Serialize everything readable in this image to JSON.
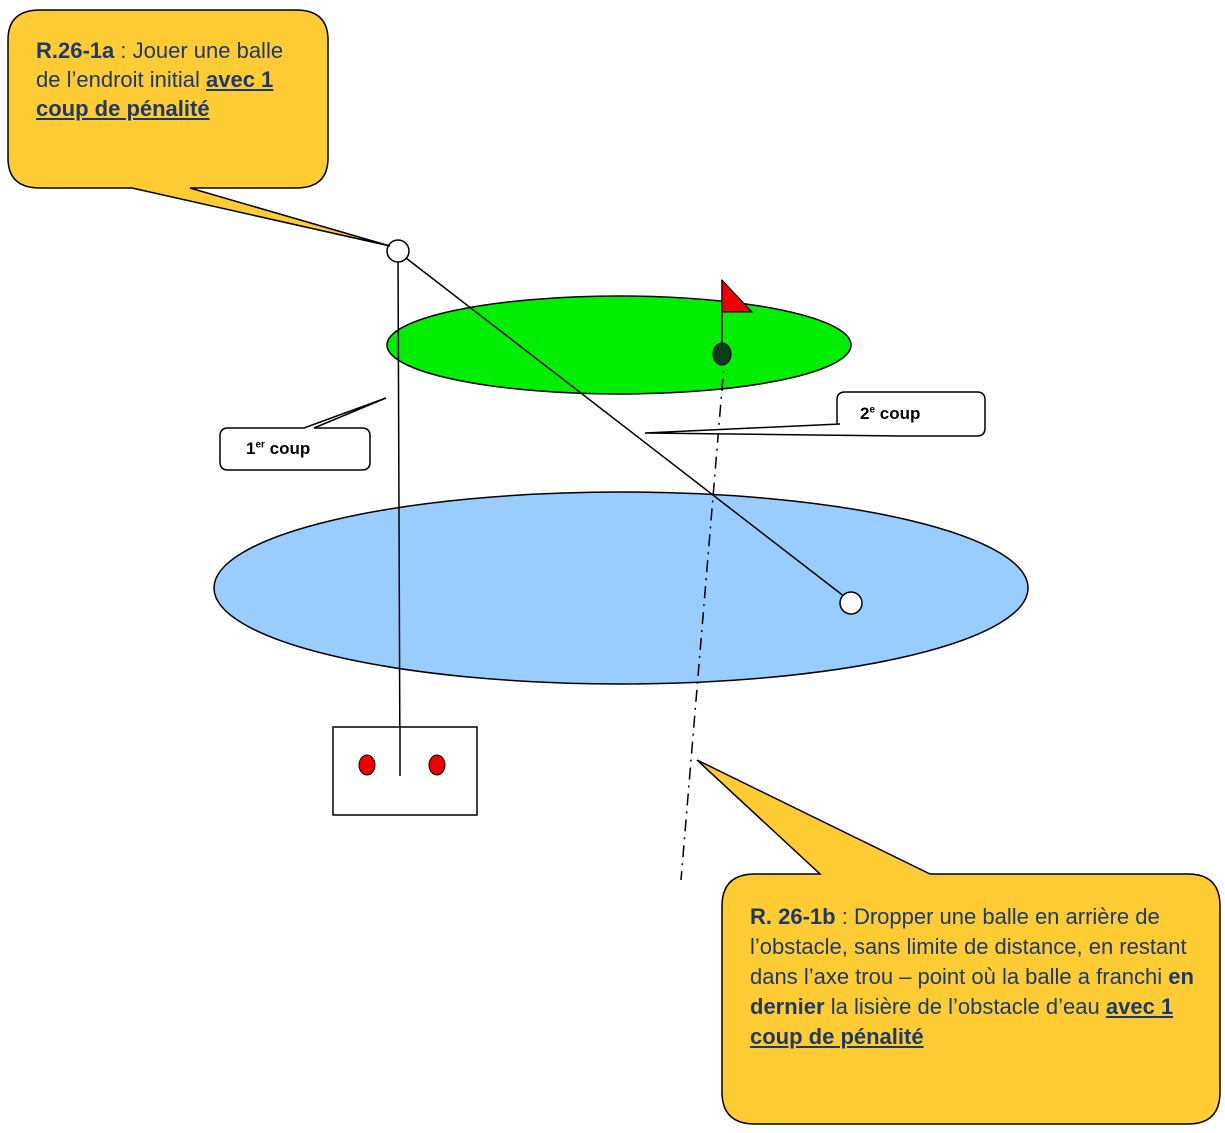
{
  "colors": {
    "green": "#00ee00",
    "water": "#99ccff",
    "callout": "#ffcc33",
    "text": "#1f3864",
    "flag": "#ee0000",
    "tee_marker": "#ee0000"
  },
  "callout_a": {
    "rule": "R.26-1a",
    "separator": " : ",
    "text": "Jouer une balle de l’endroit initial ",
    "emphasis": "avec 1 coup de pénalité"
  },
  "callout_b": {
    "rule": "R. 26-1b",
    "separator": " : ",
    "text1": "Dropper une balle en arrière de l’obstacle, sans limite de distance, en restant dans l’axe trou – point où la balle a franchi ",
    "bold": "en dernier",
    "text2": " la lisière de l’obstacle d’eau ",
    "emphasis": "avec 1 coup de pénalité"
  },
  "label_first": {
    "num": "1",
    "sup": "er",
    "word": " coup"
  },
  "label_second": {
    "num": "2",
    "sup": "e",
    "word": " coup"
  }
}
